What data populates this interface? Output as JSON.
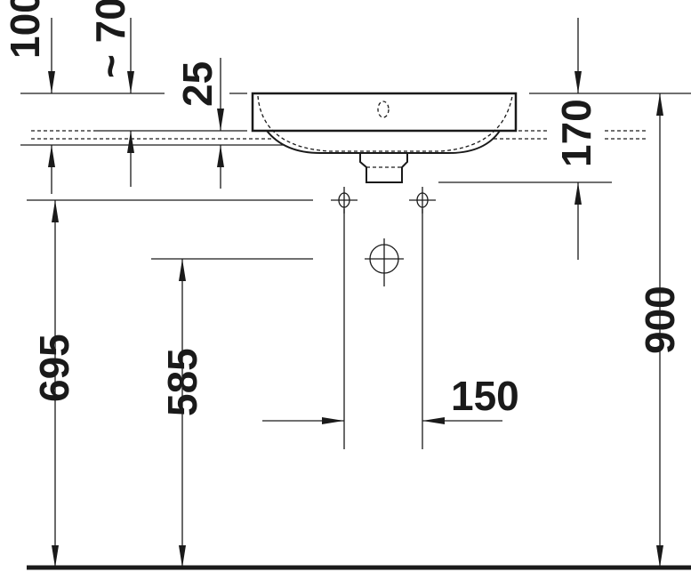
{
  "title": "Washbasin installation dimensions",
  "dimensions": {
    "d100": "100",
    "d70": "~ 70",
    "d25": "25",
    "d170": "170",
    "d900": "900",
    "d695": "695",
    "d585": "585",
    "d150": "150"
  }
}
